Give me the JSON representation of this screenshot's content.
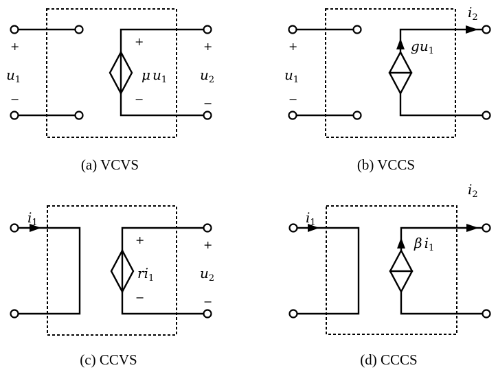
{
  "panels": [
    {
      "id": "a",
      "caption": "(a) VCVS",
      "type": "voltage-controlled-voltage-source",
      "input_label": {
        "sym": "u",
        "sub": "1"
      },
      "output_label": {
        "sym": "u",
        "sub": "2"
      },
      "source_label": {
        "coef": "μ",
        "sym": "u",
        "sub": "1"
      },
      "plus": "+",
      "minus": "−"
    },
    {
      "id": "b",
      "caption": "(b) VCCS",
      "type": "voltage-controlled-current-source",
      "input_label": {
        "sym": "u",
        "sub": "1"
      },
      "output_label": {
        "sym": "i",
        "sub": "2"
      },
      "source_label": {
        "coef": "g",
        "sym": "u",
        "sub": "1"
      },
      "plus": "+",
      "minus": "−"
    },
    {
      "id": "c",
      "caption": "(c) CCVS",
      "type": "current-controlled-voltage-source",
      "input_label": {
        "sym": "i",
        "sub": "1"
      },
      "output_label": {
        "sym": "u",
        "sub": "2"
      },
      "source_label": {
        "coef": "r",
        "sym": "i",
        "sub": "1"
      },
      "plus": "+",
      "minus": "−"
    },
    {
      "id": "d",
      "caption": "(d) CCCS",
      "type": "current-controlled-current-source",
      "input_label": {
        "sym": "i",
        "sub": "1"
      },
      "output_label": {
        "sym": "i",
        "sub": "2"
      },
      "source_label": {
        "coef": "β",
        "sym": "i",
        "sub": "1"
      },
      "plus": "+",
      "minus": "−"
    }
  ]
}
